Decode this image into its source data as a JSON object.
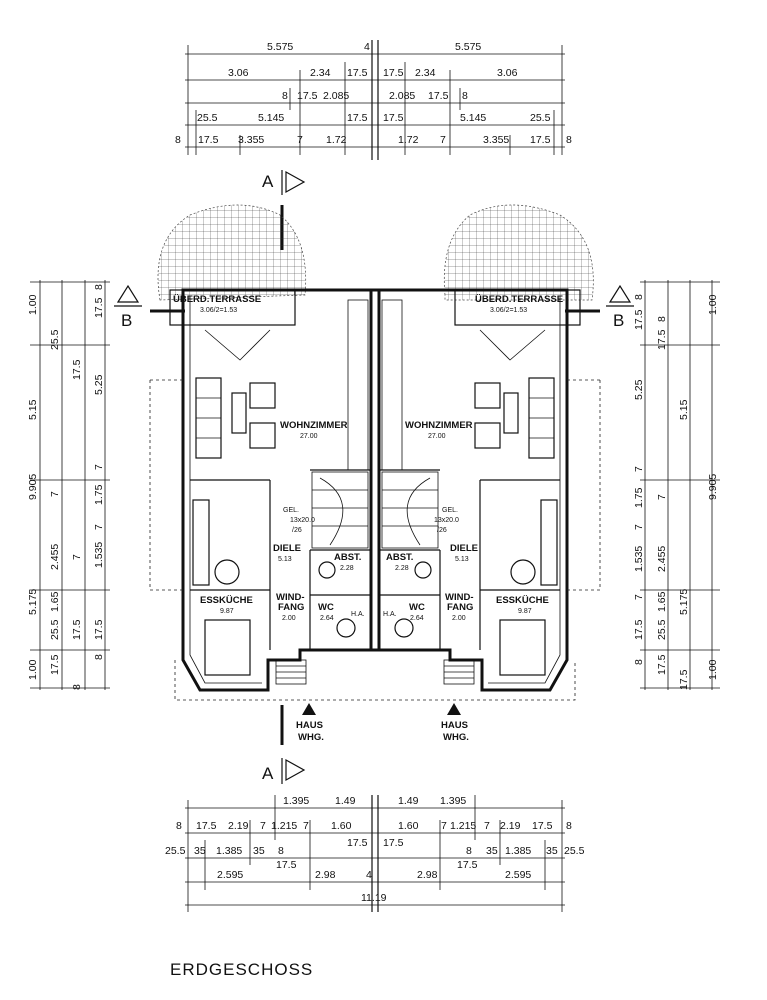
{
  "title": "ERDGESCHOSS",
  "section_marks": {
    "a": "A",
    "b": "B"
  },
  "top_dimensions": {
    "row1": [
      "5.575",
      "4",
      "5.575"
    ],
    "row2": [
      "3.06",
      "2.34",
      "17.5",
      "17.5",
      "2.34",
      "3.06"
    ],
    "row3": [
      "8",
      "17.5",
      "2.085",
      "2.085",
      "17.5",
      "8"
    ],
    "row4": [
      "25.5",
      "5.145",
      "17.5",
      "17.5",
      "5.145",
      "25.5"
    ],
    "row5": [
      "8",
      "17.5",
      "3.355",
      "7",
      "1.72",
      "1.72",
      "7",
      "3.355",
      "17.5",
      "8"
    ]
  },
  "bottom_dimensions": {
    "row1": [
      "1.395",
      "1.49",
      "1.49",
      "1.395"
    ],
    "row2": [
      "8",
      "17.5",
      "2.19",
      "7",
      "1.215",
      "7",
      "1.60",
      "1.60",
      "7",
      "1.215",
      "7",
      "2.19",
      "17.5",
      "8"
    ],
    "row3": [
      "25.5",
      "35",
      "1.385",
      "35",
      "8",
      "17.5",
      "17.5",
      "8",
      "35",
      "1.385",
      "35",
      "25.5"
    ],
    "row4": [
      "2.595",
      "17.5",
      "2.98",
      "4",
      "2.98",
      "17.5",
      "2.595"
    ],
    "row5": [
      "11.19"
    ]
  },
  "left_dimensions": {
    "outer": [
      "1.00",
      "5.15",
      "9.905",
      "5.175",
      "1.00"
    ],
    "mid": [
      "25.5",
      "17.5",
      "7",
      "2.455",
      "25.5",
      "1.65",
      "17.5",
      "17.5",
      "8"
    ],
    "inner": [
      "17.5",
      "8",
      "5.25",
      "7",
      "1.75",
      "7",
      "1.535",
      "7",
      "17.5",
      "8"
    ]
  },
  "right_dimensions": {
    "inner": [
      "8",
      "17.5",
      "5.25",
      "7",
      "1.75",
      "7",
      "1.535",
      "7",
      "17.5",
      "8"
    ],
    "mid": [
      "8",
      "17.5",
      "7",
      "2.455",
      "25.5",
      "1.65",
      "17.5",
      "17.5"
    ],
    "outer": [
      "1.00",
      "5.15",
      "9.905",
      "5.175",
      "1.00"
    ]
  },
  "rooms": {
    "terrace": "ÜBERD.TERRASSE",
    "terrace_calc": "3.06/2=1.53",
    "living": "WOHNZIMMER",
    "living_area": "27.00",
    "hall": "DIELE",
    "hall_area": "5.13",
    "storage": "ABST.",
    "storage_area": "2.28",
    "kitchen": "ESSKÜCHE",
    "kitchen_area": "9.87",
    "vestibule_line1": "WIND-",
    "vestibule_line2": "FANG",
    "vestibule_area": "2.00",
    "wc": "WC",
    "wc_area": "2.64",
    "stair_gel": "GEL.",
    "stair_spec": "13x20.0",
    "stair_ratio": "/26",
    "ha": "H.A."
  },
  "entrance": {
    "line1": "HAUS",
    "line2": "WHG."
  }
}
